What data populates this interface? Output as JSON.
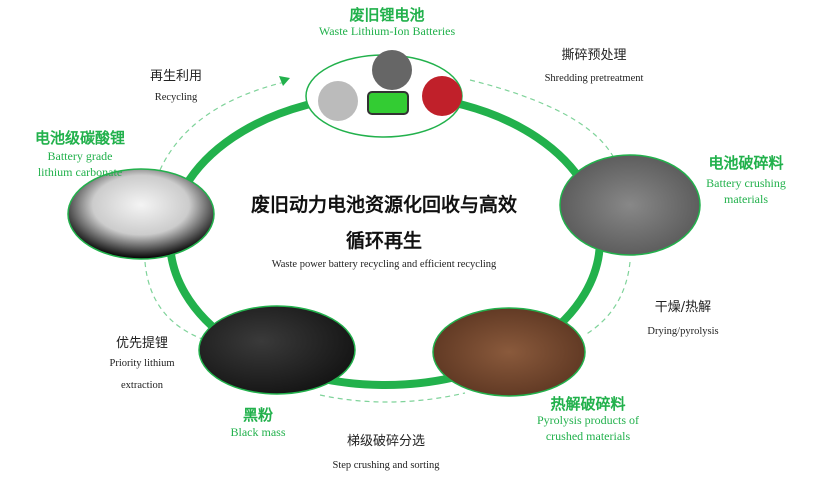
{
  "title_cn_line1": "废旧动力电池资源化回收与高效",
  "title_cn_line2": "循环再生",
  "title_en": "Waste power battery recycling and efficient recycling",
  "nodes": [
    {
      "cn": "废旧锂电池",
      "en": "Waste Lithium-Ion Batteries"
    },
    {
      "cn": "电池破碎料",
      "en1": "Battery crushing",
      "en2": "materials"
    },
    {
      "cn": "热解破碎料",
      "en1": "Pyrolysis products of",
      "en2": "crushed materials"
    },
    {
      "cn": "黑粉",
      "en": "Black mass"
    },
    {
      "cn": "电池级碳酸锂",
      "en1": "Battery grade",
      "en2": "lithium carbonate"
    }
  ],
  "steps": [
    {
      "cn": "撕碎预处理",
      "en": "Shredding pretreatment"
    },
    {
      "cn": "干燥/热解",
      "en": "Drying/pyrolysis"
    },
    {
      "cn": "梯级破碎分选",
      "en": "Step crushing and sorting"
    },
    {
      "cn": "优先提锂",
      "en1": "Priority lithium",
      "en2": "extraction"
    },
    {
      "cn": "再生利用",
      "en": "Recycling"
    }
  ],
  "colors": {
    "accent": "#22b14c",
    "dashed": "#7fd39a"
  }
}
